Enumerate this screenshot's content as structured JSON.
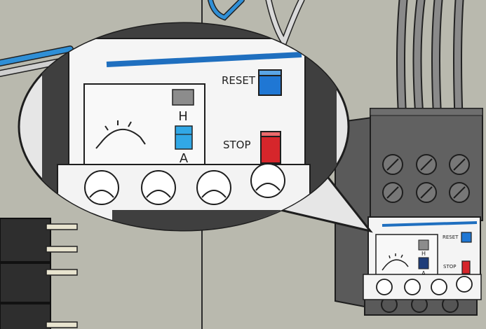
{
  "zoom_view": {
    "reset_label": "RESET",
    "stop_label": "STOP",
    "mode_h_label": "H",
    "mode_a_label": "A"
  },
  "relay": {
    "reset_label": "RESET",
    "stop_label": "STOP",
    "mode_h_label": "H",
    "mode_a_label": "A"
  },
  "colors": {
    "background": "#b9b9ae",
    "reset_button": "#1f77d4",
    "stop_button": "#d6262b",
    "mode_switch_a": "#31a8e6",
    "mode_switch_a_small": "#1f3d7a",
    "mode_switch_h": "#8c8c8c",
    "accent_stripe": "#1f6fbf",
    "contactor_body": "#555555"
  },
  "icons": [
    "dial-icon"
  ]
}
